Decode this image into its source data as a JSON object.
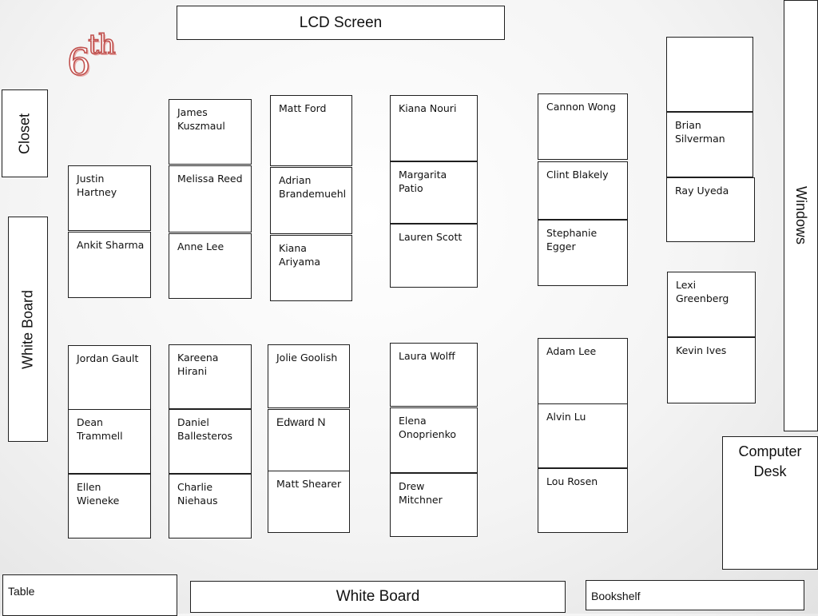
{
  "grade": {
    "number": "6",
    "suffix": "th"
  },
  "fixtures": {
    "lcd_screen": "LCD Screen",
    "closet": "Closet",
    "white_board_left": "White Board",
    "windows": "Windows",
    "computer_desk": "Computer\nDesk",
    "table": "Table",
    "white_board_bottom": "White Board",
    "bookshelf": "Bookshelf"
  },
  "students": [
    "James\nKuszmaul",
    "Matt Ford",
    "Kiana Nouri",
    "Cannon Wong",
    "",
    "Brian\nSilverman",
    "Justin\nHartney",
    "Melissa Reed",
    "Adrian\nBrandemuehl",
    "Margarita\nPatio",
    "Clint Blakely",
    "Ray Uyeda",
    "Ankit Sharma",
    "Anne Lee",
    "Kiana\nAriyama",
    "Lauren Scott",
    "Stephanie\nEgger",
    "Lexi\nGreenberg",
    "Kevin Ives",
    "Jordan Gault",
    "Kareena\nHirani",
    "Jolie Goolish",
    "Laura Wolff",
    "Adam Lee",
    "Dean\nTrammell",
    "Daniel\nBallesteros",
    "Edward N",
    "Elena\nOnoprienko",
    "Alvin Lu",
    "Ellen\nWieneke",
    "Charlie\nNiehaus",
    "Matt Shearer",
    "Drew\nMitchner",
    "Lou Rosen"
  ]
}
